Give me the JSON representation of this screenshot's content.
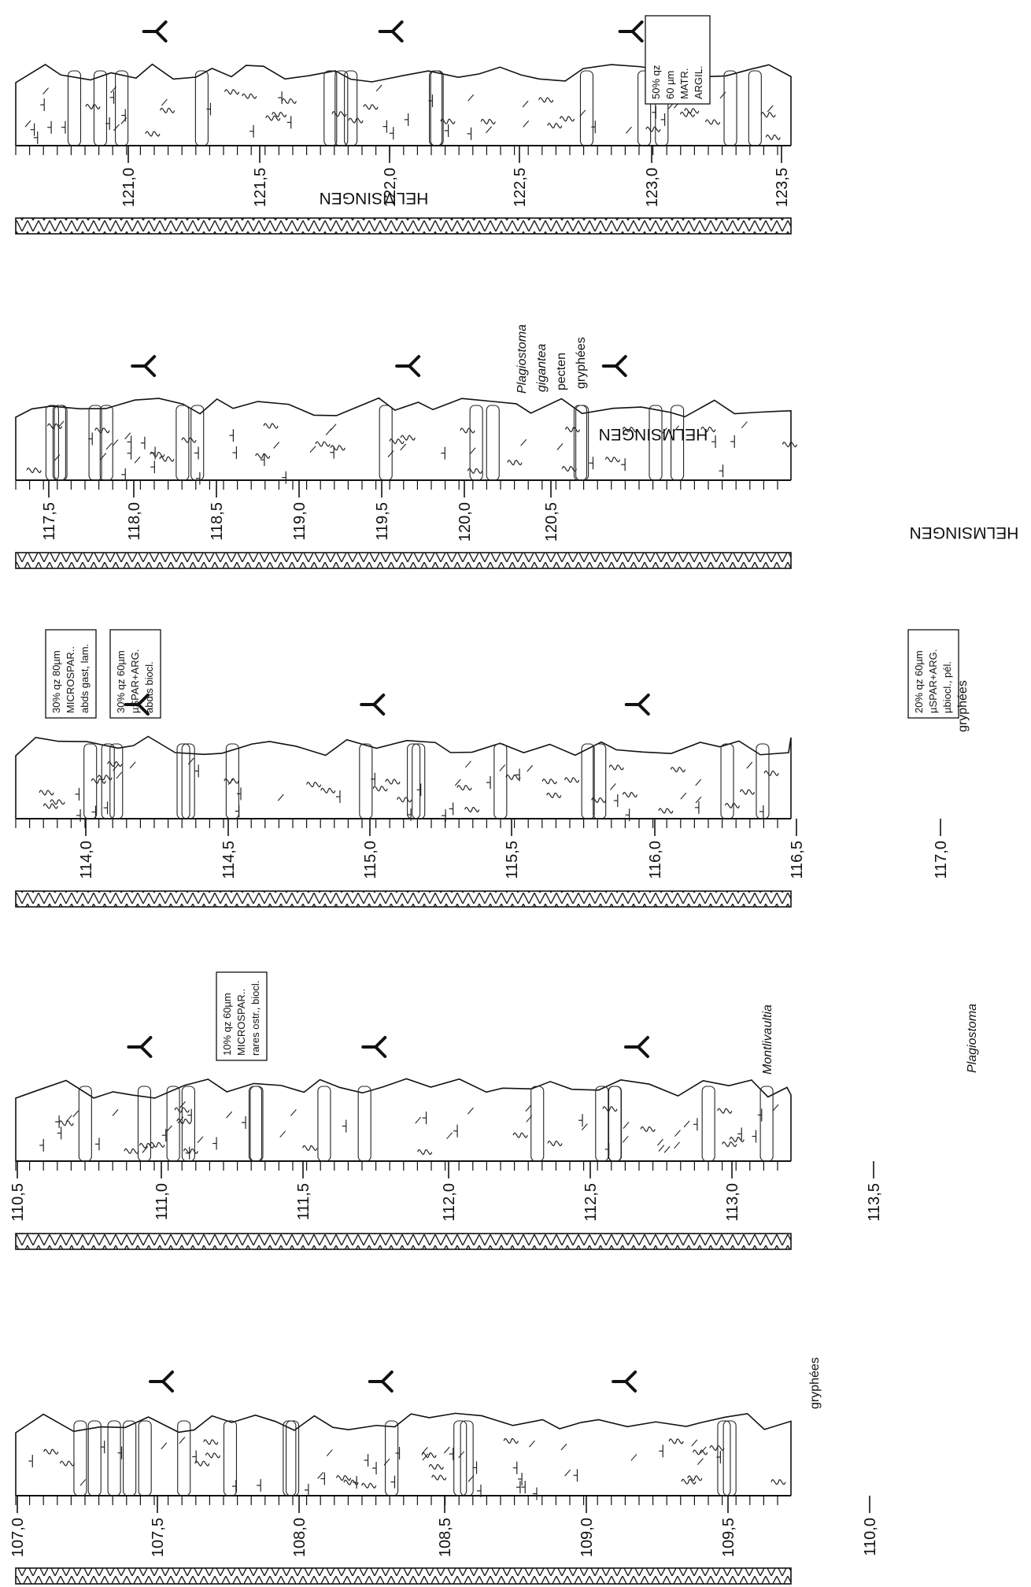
{
  "strips": [
    {
      "id": "strip-121-124",
      "ticks": [
        "121,0",
        "121,5",
        "122,0",
        "122,5",
        "123,0",
        "123,5"
      ],
      "formation": "",
      "notes": [
        [
          "50% qz",
          "60 µm",
          "MATR.",
          "ARGIL."
        ]
      ],
      "fossils": []
    },
    {
      "id": "strip-117-120",
      "ticks": [
        "117,5",
        "118,0",
        "118,5",
        "119,0",
        "119,5",
        "120,0",
        "120,5"
      ],
      "formation": "HELMSINGEN",
      "notes": [],
      "fossils": [
        {
          "text": "Plagiostoma",
          "italic": true
        },
        {
          "text": "gigantea",
          "italic": true
        },
        {
          "text": "pecten",
          "italic": false
        },
        {
          "text": "gryphées",
          "italic": false
        }
      ]
    },
    {
      "id": "strip-114-117",
      "ticks": [
        "114,0",
        "114,5",
        "115,0",
        "115,5",
        "116,0",
        "116,5",
        "117,0"
      ],
      "formation": "HELMSINGEN",
      "notes": [
        [
          "30% qz 80µm",
          "MICROSPAR..",
          "abds gast, lam."
        ],
        [
          "30% qz 60µm",
          "µSPAR+ARG.",
          "abdts biocl."
        ],
        [
          "20% qz 60µm",
          "µSPAR+ARG.",
          "µbiocl., pél."
        ]
      ],
      "fossils": [
        {
          "text": "gryphées",
          "italic": false
        }
      ]
    },
    {
      "id": "strip-110-113",
      "ticks": [
        "110,5",
        "111,0",
        "111,5",
        "112,0",
        "112,5",
        "113,0",
        "113,5"
      ],
      "formation": "",
      "notes": [
        [
          "10% qz 60µm",
          "MICROSPAR..",
          "rares ostr., biocl."
        ]
      ],
      "fossils": [
        {
          "text": "Montlivaultia",
          "italic": true
        },
        {
          "text": "Plagiostoma",
          "italic": true
        }
      ]
    },
    {
      "id": "strip-107-110",
      "ticks": [
        "107,0",
        "107,5",
        "108,0",
        "108,5",
        "109,0",
        "109,5",
        "110,0"
      ],
      "formation": "HELMSINGEN",
      "notes": [],
      "fossils": [
        {
          "text": "gryphées",
          "italic": false
        }
      ]
    }
  ]
}
